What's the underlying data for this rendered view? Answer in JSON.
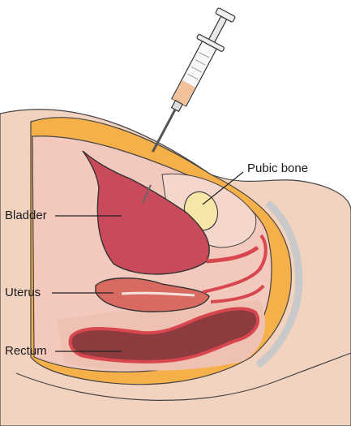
{
  "labels": {
    "bladder": "Bladder",
    "uterus": "Uterus",
    "rectum": "Rectum",
    "pubic_bone": "Pubic bone"
  },
  "colors": {
    "skin": "#f2d3bf",
    "fat": "#f6b04a",
    "cavity": "#f3c8bd",
    "organ_wall": "#d8474e",
    "bladder_fill": "#c94a5a",
    "uterus_fill": "#d96a62",
    "rectum_fill": "#8e3b3f",
    "bone": "#f6e7a8",
    "syringe_fluid": "#f1c199",
    "needle": "#555555",
    "outline": "#333333"
  }
}
